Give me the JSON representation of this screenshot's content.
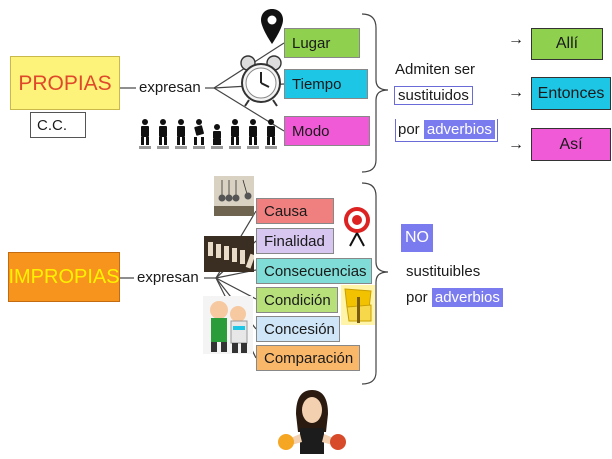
{
  "propias": {
    "label": "PROPIAS",
    "cc_label": "C.C.",
    "verb": "expresan",
    "types": [
      "Lugar",
      "Tiempo",
      "Modo"
    ],
    "bracket_text": [
      "Admiten ser",
      "sustituidos",
      "por"
    ],
    "adverb_tag": "adverbios",
    "arrow": "→",
    "adverbs": [
      "Allí",
      "Entonces",
      "Así"
    ]
  },
  "impropias": {
    "label": "IMPROPIAS",
    "verb": "expresan",
    "types": [
      "Causa",
      "Finalidad",
      "Consecuencias",
      "Condición",
      "Concesión",
      "Comparación"
    ],
    "no_tag": "NO",
    "bracket_text": [
      "sustituibles",
      "por"
    ],
    "adverb_tag": "adverbios"
  },
  "colors": {
    "propias_bg": "#fdf37a",
    "impropias_bg": "#f7941d",
    "lugar": "#8fd14f",
    "tiempo": "#1ec6e6",
    "modo": "#f05ad6",
    "causa": "#f08080",
    "finalidad": "#d6c6f0",
    "consecuencias": "#7fdcd6",
    "condicion": "#b7e07a",
    "concesion": "#cfe6f8",
    "comparacion": "#f9b76a",
    "adverb_tag": "#7b7bf0"
  },
  "icons": [
    "map-pin-icon",
    "alarm-clock-icon",
    "figures-icon",
    "newtons-cradle-icon",
    "target-icon",
    "dominoes-icon",
    "condition-sign-icon",
    "cartoon-people-icon",
    "woman-holding-fruits-icon"
  ]
}
